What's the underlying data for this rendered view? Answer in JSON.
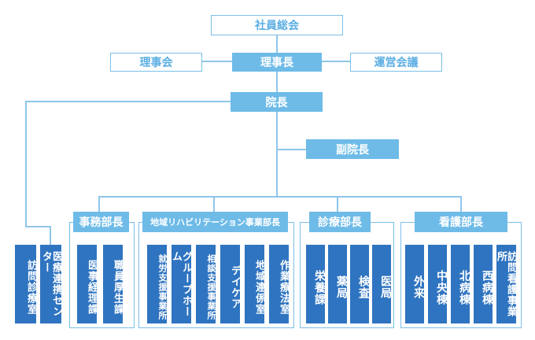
{
  "top": {
    "shain_sokai": "社員総会",
    "rijikai": "理事会",
    "rijicho": "理事長",
    "unei_kaigi": "運営会議",
    "incho": "院長",
    "fuku_incho": "副院長"
  },
  "standalone": [
    {
      "label": "訪問診療室"
    },
    {
      "label": "医療連携センター"
    }
  ],
  "departments": [
    {
      "name": "事務部長",
      "units": [
        "医事経理課",
        "職員厚生課"
      ]
    },
    {
      "name": "地域リハビリテーション事業部長",
      "units": [
        "就労支援事業所",
        "グループホーム",
        "相談支援事業所",
        "デイケア",
        "地域連係室",
        "作業療法室"
      ]
    },
    {
      "name": "診療部長",
      "units": [
        "栄養課",
        "薬局",
        "検査",
        "医局"
      ]
    },
    {
      "name": "看護部長",
      "units": [
        "外来",
        "中央棟",
        "北病棟",
        "西病棟",
        "訪問看護事業所"
      ]
    }
  ]
}
